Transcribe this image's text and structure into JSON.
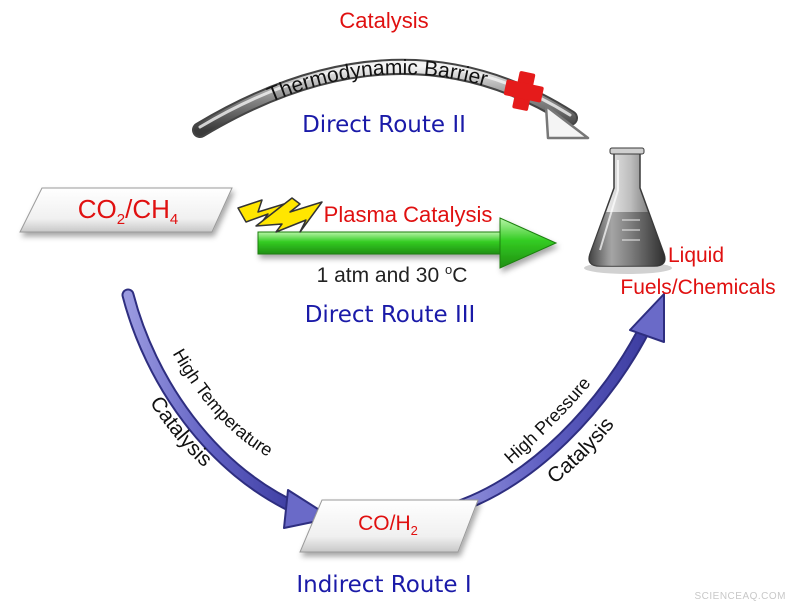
{
  "labels": {
    "top_catalysis": "Catalysis",
    "thermo_barrier": "Thermodynamic Barrier",
    "direct_route_2": "Direct Route II",
    "reactant_main": "CO",
    "reactant_sub1": "2",
    "reactant_mid": "/CH",
    "reactant_sub2": "4",
    "plasma_catalysis": "Plasma Catalysis",
    "conditions_main": "1 atm and 30 ",
    "conditions_sup": "o",
    "conditions_unit": "C",
    "direct_route_3": "Direct Route III",
    "product_line1": "Liquid",
    "product_line2": "Fuels/Chemicals",
    "high_temperature": "High Temperature",
    "left_catalysis": "Catalysis",
    "syngas_main": "CO/H",
    "syngas_sub": "2",
    "high_pressure": "High Pressure",
    "right_catalysis": "Catalysis",
    "indirect_route_1": "Indirect Route I",
    "watermark": "SCIENCEAQ.COM"
  },
  "icons": {
    "blocked": "red-cross-icon",
    "plasma": "lightning-icon",
    "product": "erlenmeyer-flask-icon"
  },
  "colors": {
    "red_text": "#e01010",
    "blue_text": "#1a1aa8",
    "green_arrow": "#2fc81e",
    "purple_arrow": "#6a6ac8",
    "gray_arrow": "#8c8c8c",
    "black_text": "#111111"
  }
}
